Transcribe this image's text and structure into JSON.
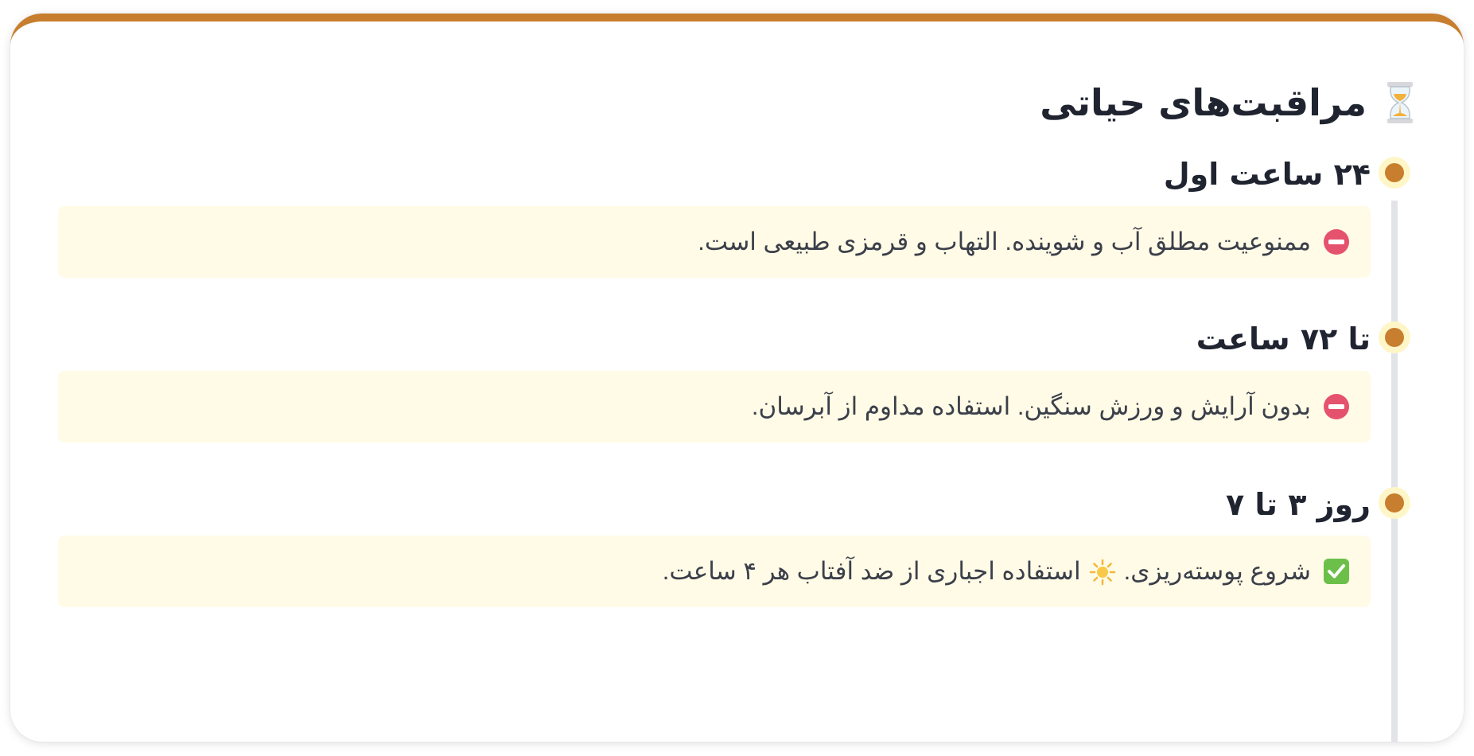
{
  "header": {
    "title": "مراقبت‌های حیاتی",
    "icon": "hourglass-icon"
  },
  "colors": {
    "accent": "#C77E2E",
    "note_background": "#FFFBE6",
    "dot_halo": "#FFF6C8",
    "timeline_line": "#E3E4E8",
    "stop_red": "#E5526E",
    "check_green": "#6CC04A"
  },
  "timeline": {
    "steps": [
      {
        "title": "۲۴ ساعت اول",
        "icon": "no-entry-icon",
        "text": "ممنوعیت مطلق آب و شوینده. التهاب و قرمزی طبیعی است."
      },
      {
        "title": "تا ۷۲ ساعت",
        "icon": "no-entry-icon",
        "text": "بدون آرایش و ورزش سنگین. استفاده مداوم از آبرسان."
      },
      {
        "title": "روز ۳ تا ۷",
        "icon": "check-mark-icon",
        "text_before": "شروع پوسته‌ریزی.",
        "inline_icon": "sun-icon",
        "text_after": "استفاده اجباری از ضد آفتاب هر ۴ ساعت."
      }
    ]
  }
}
